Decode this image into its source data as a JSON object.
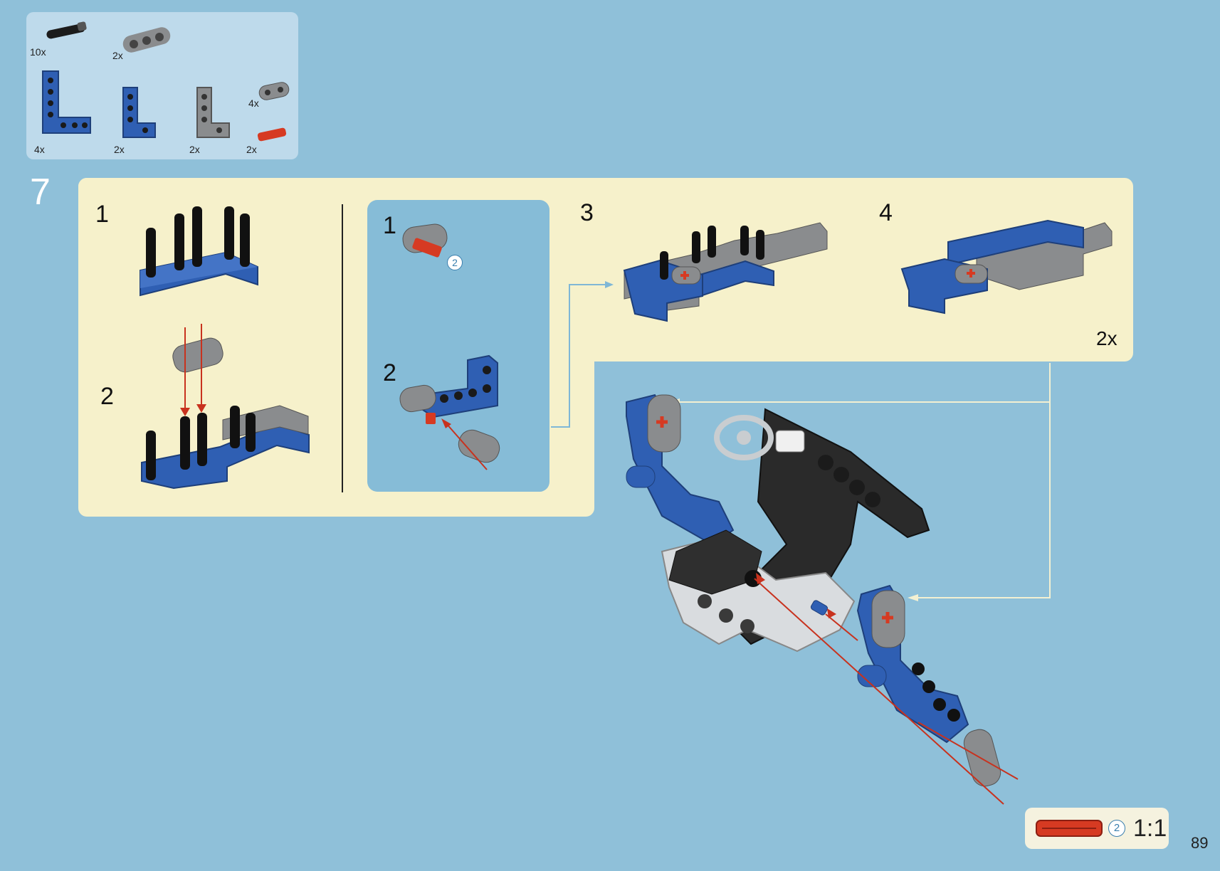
{
  "parts_list": [
    {
      "id": "axle-pin",
      "qty": "10x",
      "color": "#1a1a1a"
    },
    {
      "id": "beam-3",
      "qty": "2x",
      "color": "#8a8c8e"
    },
    {
      "id": "l-beam-blue-large",
      "qty": "4x",
      "color": "#2f5fb3"
    },
    {
      "id": "l-beam-blue-small",
      "qty": "2x",
      "color": "#2f5fb3"
    },
    {
      "id": "l-beam-grey",
      "qty": "2x",
      "color": "#8a8c8e"
    },
    {
      "id": "beam-2-grey",
      "qty": "4x",
      "color": "#8a8c8e"
    },
    {
      "id": "axle-pin-red",
      "qty": "2x",
      "color": "#d63a22"
    }
  ],
  "step": {
    "number": "7"
  },
  "substeps": {
    "s1": "1",
    "s2": "2",
    "inner1": "1",
    "inner2": "2",
    "s3": "3",
    "s4": "4",
    "callout_badge": "2",
    "multiplier": "2x"
  },
  "scale": {
    "badge": "2",
    "text": "1:1"
  },
  "page": {
    "number": "89"
  },
  "colors": {
    "page_bg": "#8fc0d9",
    "panel": "#f6f1cb",
    "subpanel": "#86bcd7",
    "blue_part": "#2f5fb3",
    "grey_part": "#8a8c8e",
    "red_part": "#d63a22",
    "arrow": "#c8321e"
  }
}
